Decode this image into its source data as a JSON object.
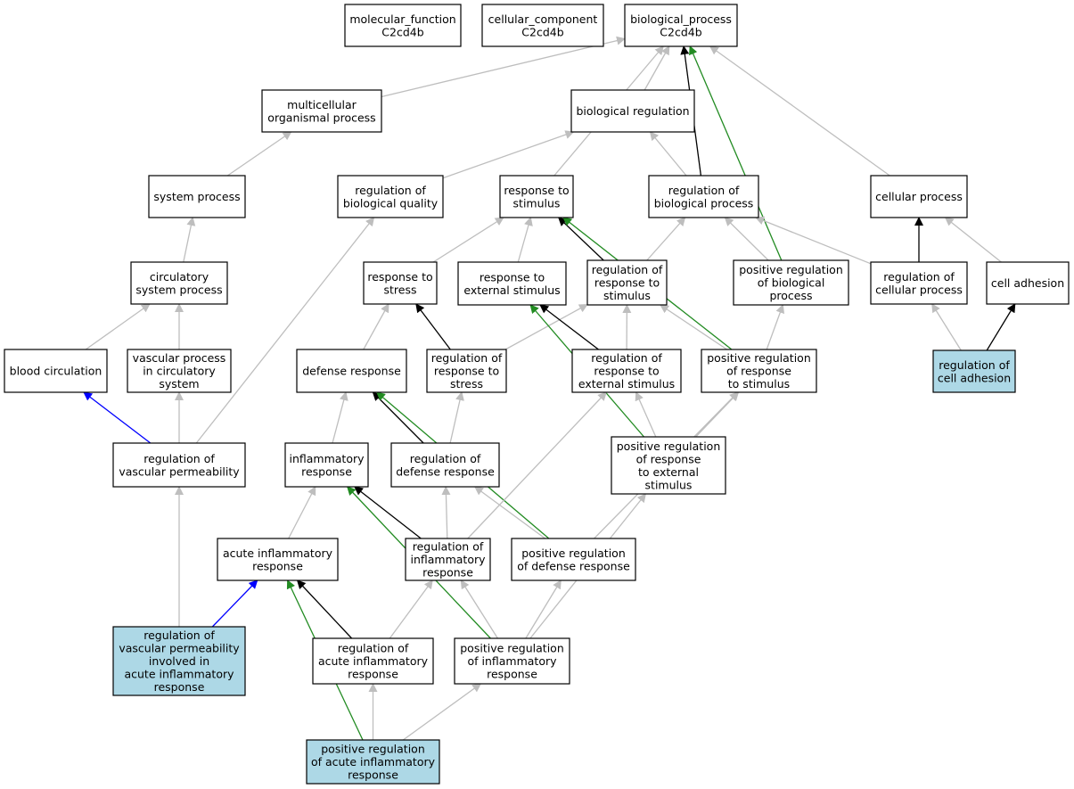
{
  "colors": {
    "node_fill": "#ffffff",
    "highlight_fill": "#add8e6",
    "is_a": "#bebebe",
    "regulates": "#000000",
    "positively_regulates": "#228b22",
    "part_of": "#0000ff"
  },
  "nodes": [
    {
      "id": "mf",
      "lines": [
        "molecular_function",
        "C2cd4b"
      ]
    },
    {
      "id": "cc",
      "lines": [
        "cellular_component",
        "C2cd4b"
      ]
    },
    {
      "id": "bp",
      "lines": [
        "biological_process",
        "C2cd4b"
      ]
    },
    {
      "id": "mop",
      "lines": [
        "multicellular",
        "organismal process"
      ]
    },
    {
      "id": "breg",
      "lines": [
        "biological regulation"
      ]
    },
    {
      "id": "sysproc",
      "lines": [
        "system process"
      ]
    },
    {
      "id": "rbq",
      "lines": [
        "regulation of",
        "biological quality"
      ]
    },
    {
      "id": "rts",
      "lines": [
        "response to",
        "stimulus"
      ]
    },
    {
      "id": "rbp",
      "lines": [
        "regulation of",
        "biological process"
      ]
    },
    {
      "id": "cellproc",
      "lines": [
        "cellular process"
      ]
    },
    {
      "id": "circ",
      "lines": [
        "circulatory",
        "system process"
      ]
    },
    {
      "id": "rtstress",
      "lines": [
        "response to",
        "stress"
      ]
    },
    {
      "id": "rtes",
      "lines": [
        "response to",
        "external stimulus"
      ]
    },
    {
      "id": "regrts",
      "lines": [
        "regulation of",
        "response to",
        "stimulus"
      ]
    },
    {
      "id": "prbp",
      "lines": [
        "positive regulation",
        "of biological",
        "process"
      ]
    },
    {
      "id": "rcp",
      "lines": [
        "regulation of",
        "cellular process"
      ]
    },
    {
      "id": "celladh",
      "lines": [
        "cell adhesion"
      ]
    },
    {
      "id": "bloodcirc",
      "lines": [
        "blood circulation"
      ]
    },
    {
      "id": "vascproc",
      "lines": [
        "vascular process",
        "in circulatory",
        "system"
      ]
    },
    {
      "id": "defresp",
      "lines": [
        "defense response"
      ]
    },
    {
      "id": "regrtstress",
      "lines": [
        "regulation of",
        "response to",
        "stress"
      ]
    },
    {
      "id": "regrtes",
      "lines": [
        "regulation of",
        "response to",
        "external stimulus"
      ]
    },
    {
      "id": "prrts",
      "lines": [
        "positive regulation",
        "of response",
        "to stimulus"
      ]
    },
    {
      "id": "regca",
      "lines": [
        "regulation of",
        "cell adhesion"
      ]
    },
    {
      "id": "regvp",
      "lines": [
        "regulation of",
        "vascular permeability"
      ]
    },
    {
      "id": "inflresp",
      "lines": [
        "inflammatory",
        "response"
      ]
    },
    {
      "id": "regdefresp",
      "lines": [
        "regulation of",
        "defense response"
      ]
    },
    {
      "id": "prrtes",
      "lines": [
        "positive regulation",
        "of response",
        "to external",
        "stimulus"
      ]
    },
    {
      "id": "acuteinfl",
      "lines": [
        "acute inflammatory",
        "response"
      ]
    },
    {
      "id": "reginfl",
      "lines": [
        "regulation of",
        "inflammatory",
        "response"
      ]
    },
    {
      "id": "prdefresp",
      "lines": [
        "positive regulation",
        "of defense response"
      ]
    },
    {
      "id": "regvpacute",
      "lines": [
        "regulation of",
        "vascular permeability",
        "involved in",
        "acute inflammatory",
        "response"
      ]
    },
    {
      "id": "regacuteinfl",
      "lines": [
        "regulation of",
        "acute inflammatory",
        "response"
      ]
    },
    {
      "id": "prinfl",
      "lines": [
        "positive regulation",
        "of inflammatory",
        "response"
      ]
    },
    {
      "id": "pracuteinfl",
      "lines": [
        "positive regulation",
        "of acute inflammatory",
        "response"
      ]
    }
  ],
  "highlighted": [
    "regca",
    "regvpacute",
    "pracuteinfl"
  ],
  "edges": [
    {
      "from": "mop",
      "to": "bp",
      "type": "is_a"
    },
    {
      "from": "breg",
      "to": "bp",
      "type": "is_a"
    },
    {
      "from": "rts",
      "to": "bp",
      "type": "is_a"
    },
    {
      "from": "rbp",
      "to": "bp",
      "type": "regulates"
    },
    {
      "from": "prbp",
      "to": "bp",
      "type": "positively_regulates"
    },
    {
      "from": "cellproc",
      "to": "bp",
      "type": "is_a"
    },
    {
      "from": "sysproc",
      "to": "mop",
      "type": "is_a"
    },
    {
      "from": "rbq",
      "to": "breg",
      "type": "is_a"
    },
    {
      "from": "rbp",
      "to": "breg",
      "type": "is_a"
    },
    {
      "from": "circ",
      "to": "sysproc",
      "type": "is_a"
    },
    {
      "from": "bloodcirc",
      "to": "circ",
      "type": "is_a"
    },
    {
      "from": "vascproc",
      "to": "circ",
      "type": "is_a"
    },
    {
      "from": "regvp",
      "to": "bloodcirc",
      "type": "part_of"
    },
    {
      "from": "regvp",
      "to": "vascproc",
      "type": "is_a"
    },
    {
      "from": "regvp",
      "to": "rbq",
      "type": "is_a"
    },
    {
      "from": "regvpacute",
      "to": "regvp",
      "type": "is_a"
    },
    {
      "from": "regvpacute",
      "to": "acuteinfl",
      "type": "part_of"
    },
    {
      "from": "rtstress",
      "to": "rts",
      "type": "is_a"
    },
    {
      "from": "rtes",
      "to": "rts",
      "type": "is_a"
    },
    {
      "from": "regrts",
      "to": "rts",
      "type": "regulates"
    },
    {
      "from": "regrts",
      "to": "rbp",
      "type": "is_a"
    },
    {
      "from": "prrts",
      "to": "rts",
      "type": "positively_regulates"
    },
    {
      "from": "prbp",
      "to": "rbp",
      "type": "is_a"
    },
    {
      "from": "rcp",
      "to": "rbp",
      "type": "is_a"
    },
    {
      "from": "rcp",
      "to": "cellproc",
      "type": "regulates"
    },
    {
      "from": "celladh",
      "to": "cellproc",
      "type": "is_a"
    },
    {
      "from": "regca",
      "to": "rcp",
      "type": "is_a"
    },
    {
      "from": "regca",
      "to": "celladh",
      "type": "regulates"
    },
    {
      "from": "defresp",
      "to": "rtstress",
      "type": "is_a"
    },
    {
      "from": "regrtstress",
      "to": "rtstress",
      "type": "regulates"
    },
    {
      "from": "regrtstress",
      "to": "regrts",
      "type": "is_a"
    },
    {
      "from": "regrtes",
      "to": "rtes",
      "type": "regulates"
    },
    {
      "from": "regrtes",
      "to": "regrts",
      "type": "is_a"
    },
    {
      "from": "prrts",
      "to": "regrts",
      "type": "is_a"
    },
    {
      "from": "prrts",
      "to": "prbp",
      "type": "is_a"
    },
    {
      "from": "inflresp",
      "to": "defresp",
      "type": "is_a"
    },
    {
      "from": "regdefresp",
      "to": "defresp",
      "type": "regulates"
    },
    {
      "from": "regdefresp",
      "to": "regrtstress",
      "type": "is_a"
    },
    {
      "from": "prdefresp",
      "to": "defresp",
      "type": "positively_regulates"
    },
    {
      "from": "prrtes",
      "to": "rtes",
      "type": "positively_regulates"
    },
    {
      "from": "prrtes",
      "to": "regrtes",
      "type": "is_a"
    },
    {
      "from": "prrtes",
      "to": "prrts",
      "type": "is_a"
    },
    {
      "from": "acuteinfl",
      "to": "inflresp",
      "type": "is_a"
    },
    {
      "from": "reginfl",
      "to": "inflresp",
      "type": "regulates"
    },
    {
      "from": "reginfl",
      "to": "regdefresp",
      "type": "is_a"
    },
    {
      "from": "reginfl",
      "to": "regrtes",
      "type": "is_a"
    },
    {
      "from": "prinfl",
      "to": "inflresp",
      "type": "positively_regulates"
    },
    {
      "from": "prdefresp",
      "to": "regdefresp",
      "type": "is_a"
    },
    {
      "from": "prdefresp",
      "to": "prrts",
      "type": "is_a"
    },
    {
      "from": "regacuteinfl",
      "to": "acuteinfl",
      "type": "regulates"
    },
    {
      "from": "regacuteinfl",
      "to": "reginfl",
      "type": "is_a"
    },
    {
      "from": "prinfl",
      "to": "reginfl",
      "type": "is_a"
    },
    {
      "from": "prinfl",
      "to": "prdefresp",
      "type": "is_a"
    },
    {
      "from": "prinfl",
      "to": "prrtes",
      "type": "is_a"
    },
    {
      "from": "pracuteinfl",
      "to": "acuteinfl",
      "type": "positively_regulates"
    },
    {
      "from": "pracuteinfl",
      "to": "regacuteinfl",
      "type": "is_a"
    },
    {
      "from": "pracuteinfl",
      "to": "prinfl",
      "type": "is_a"
    }
  ]
}
